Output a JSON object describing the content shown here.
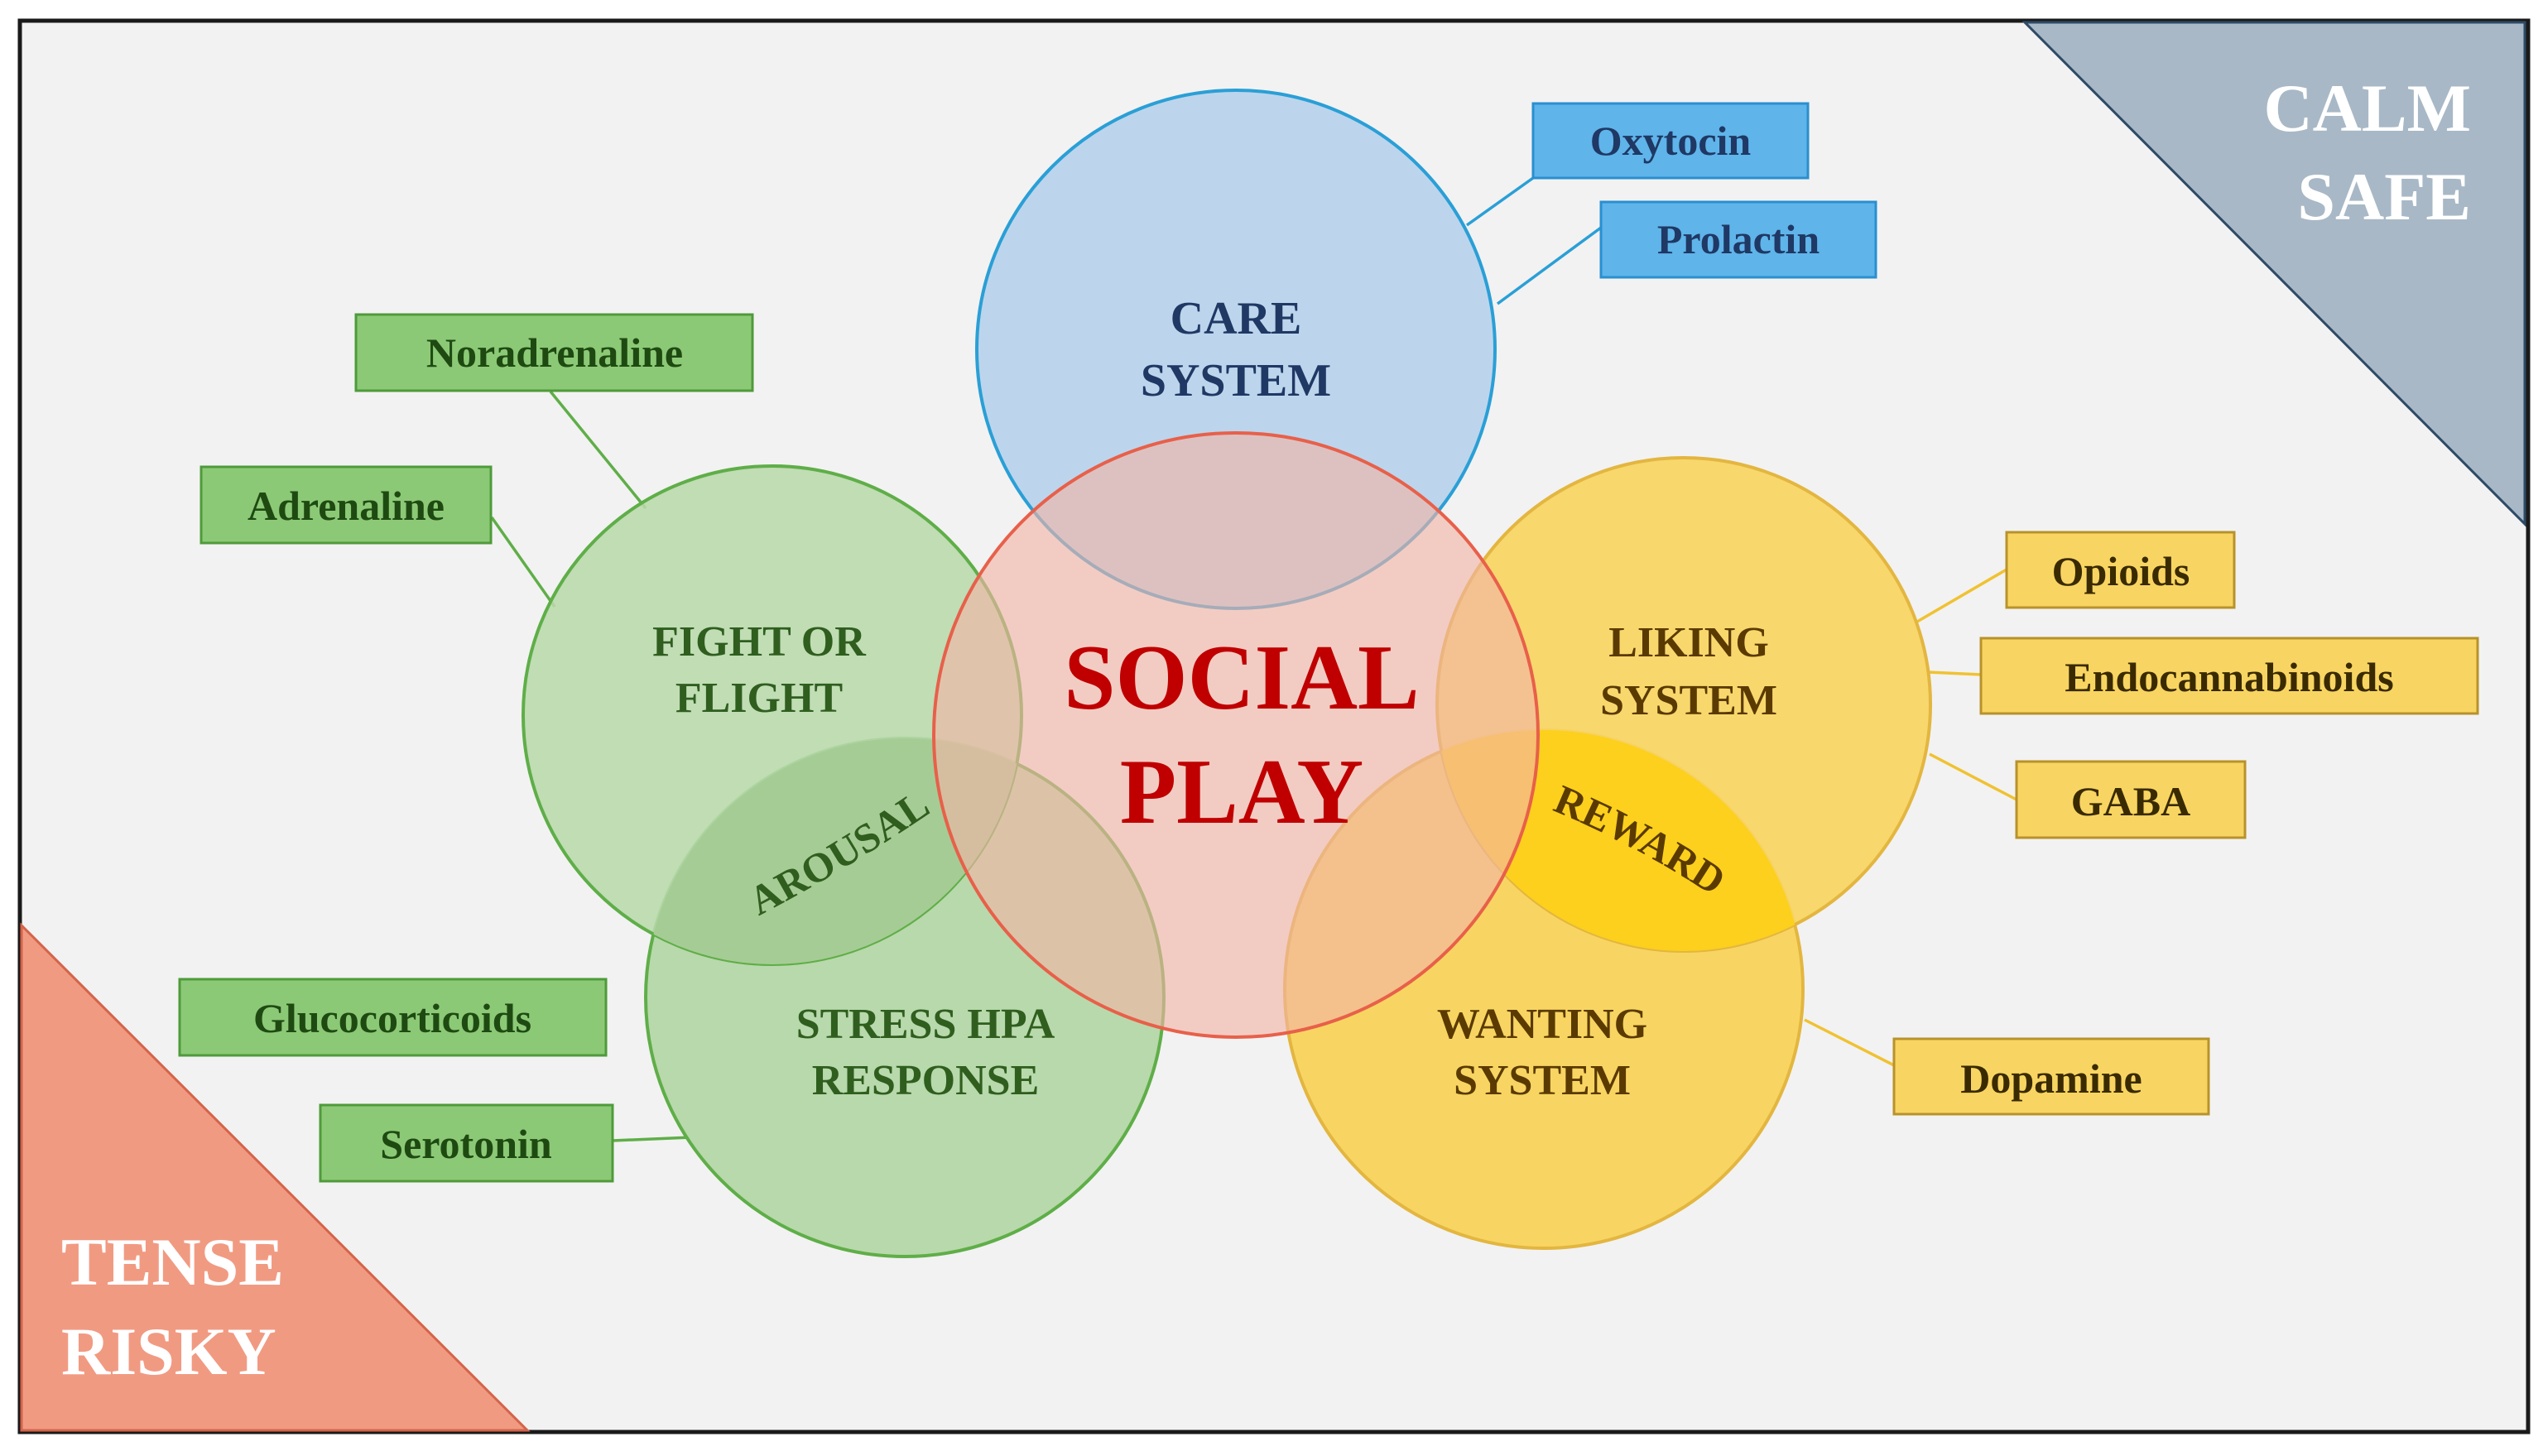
{
  "corners": {
    "top_right": [
      "CALM",
      "SAFE"
    ],
    "bottom_left": [
      "TENSE",
      "RISKY"
    ]
  },
  "center": {
    "lines": [
      "SOCIAL",
      "PLAY"
    ]
  },
  "systems": {
    "care": {
      "lines": [
        "CARE",
        "SYSTEM"
      ]
    },
    "fight": {
      "lines": [
        "FIGHT OR",
        "FLIGHT"
      ]
    },
    "stress": {
      "lines": [
        "STRESS HPA",
        "RESPONSE"
      ]
    },
    "liking": {
      "lines": [
        "LIKING",
        "SYSTEM"
      ]
    },
    "wanting": {
      "lines": [
        "WANTING",
        "SYSTEM"
      ]
    }
  },
  "overlaps": {
    "arousal": "AROUSAL",
    "reward": "REWARD"
  },
  "chemicals": {
    "oxytocin": "Oxytocin",
    "prolactin": "Prolactin",
    "noradrenaline": "Noradrenaline",
    "adrenaline": "Adrenaline",
    "glucocorticoids": "Glucocorticoids",
    "serotonin": "Serotonin",
    "opioids": "Opioids",
    "endocannabinoids": "Endocannabinoids",
    "gaba": "GABA",
    "dopamine": "Dopamine"
  },
  "colors": {
    "background": "#f2f2f2",
    "frame": "#1a1a1a",
    "calm_corner": "#a8b8c6",
    "tense_corner": "#f19a82",
    "care_fill": "#bcd5ec",
    "care_stroke": "#2a9fd6",
    "care_text": "#1f3864",
    "center_fill": "#f2bcb0",
    "center_stroke": "#e8604a",
    "center_text": "#c00000",
    "green_fill": "#b8d9ab",
    "green_stroke": "#5fae48",
    "green_text": "#2f5e1f",
    "yellow_fill": "#f8d562",
    "yellow_stroke": "#e3b640",
    "yellow_overlap": "#fcd01c",
    "yellow_text": "#5a3a00",
    "blue_box": "#5fb4ea",
    "blue_box_stroke": "#2a8fd0",
    "green_box": "#8cc976",
    "green_box_stroke": "#4e9b3a",
    "yellow_box": "#f8d562",
    "yellow_box_stroke": "#b8922a"
  }
}
